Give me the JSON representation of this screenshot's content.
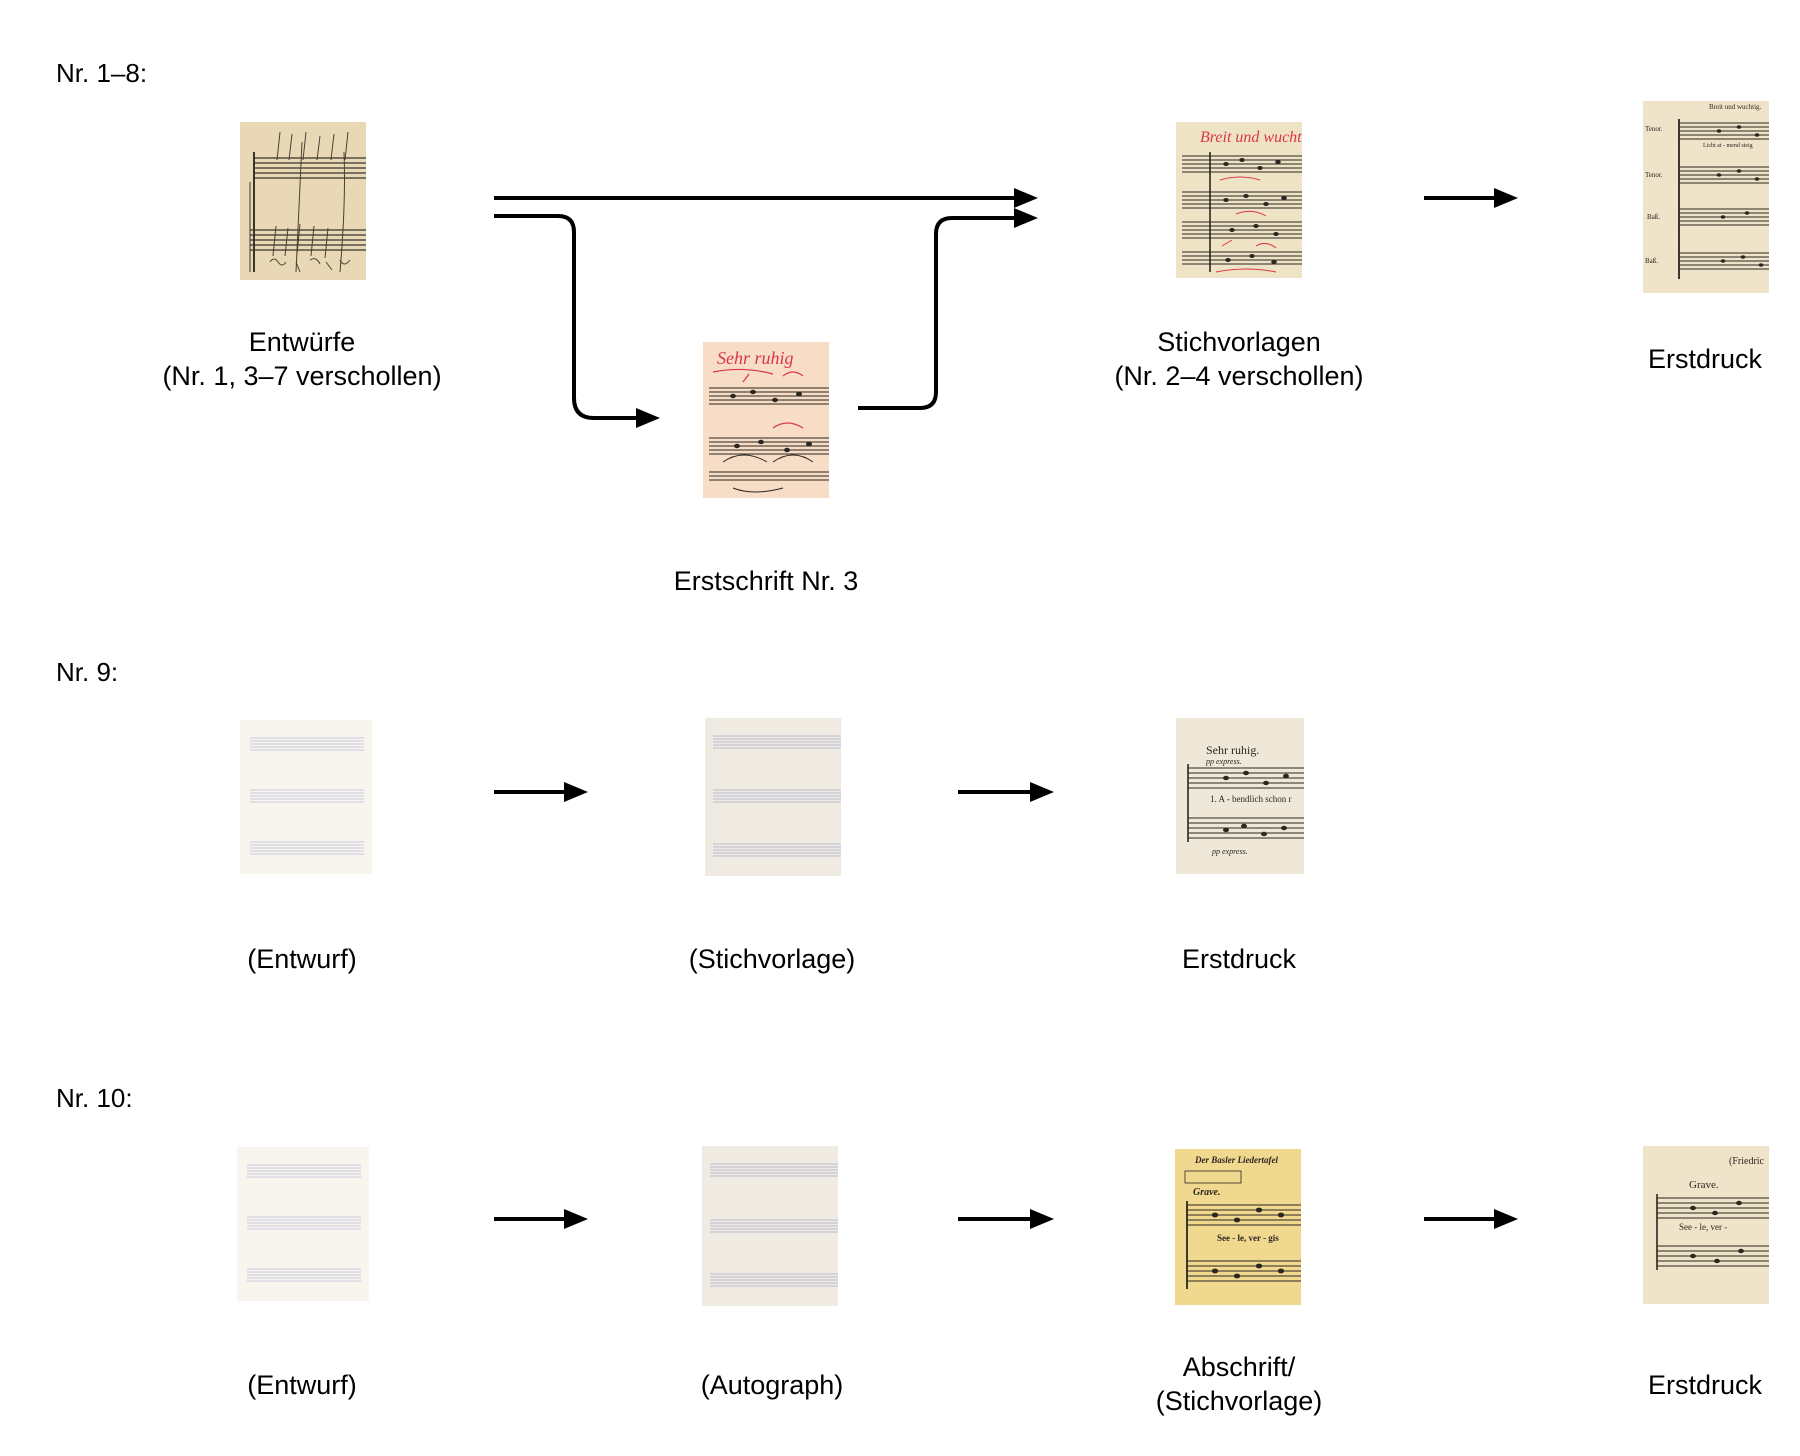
{
  "sections": {
    "s1": {
      "label": "Nr. 1–8:"
    },
    "s2": {
      "label": "Nr. 9:"
    },
    "s3": {
      "label": "Nr. 10:"
    }
  },
  "nodes": {
    "s1_entwuerfe": {
      "line1": "Entwürfe",
      "line2": "(Nr. 1, 3–7 verschollen)"
    },
    "s1_erstschrift": {
      "line1": "Erstschrift Nr. 3"
    },
    "s1_stichvorlagen": {
      "line1": "Stichvorlagen",
      "line2": "(Nr. 2–4 verschollen)"
    },
    "s1_erstdruck": {
      "line1": "Erstdruck"
    },
    "s2_entwurf": {
      "line1": "(Entwurf)"
    },
    "s2_stichvorlage": {
      "line1": "(Stichvorlage)"
    },
    "s2_erstdruck": {
      "line1": "Erstdruck"
    },
    "s3_entwurf": {
      "line1": "(Entwurf)"
    },
    "s3_autograph": {
      "line1": "(Autograph)"
    },
    "s3_abschrift": {
      "line1": "Abschrift/",
      "line2": "(Stichvorlage)"
    },
    "s3_erstdruck": {
      "line1": "Erstdruck"
    }
  },
  "thumbnails": {
    "s1_erstdruck": {
      "text": [
        "Breit und wuchtig.",
        "Tenor.",
        "Tenor.",
        "Baß.",
        "Baß.",
        "Licht   at - mend   steig"
      ]
    },
    "s2_erstdruck": {
      "text": [
        "Sehr ruhig.",
        "pp express.",
        "1. A - bendlich schon r",
        "pp express."
      ]
    },
    "s3_abschrift": {
      "text": [
        "Der Basler Liedertafel",
        "Grave.",
        "See - le,  ver - gis"
      ]
    },
    "s3_erstdruck": {
      "text": [
        "(Friedric",
        "Grave.",
        "See - le, ver -"
      ]
    },
    "s1_erstschrift": {
      "text": [
        "Sehr ruhig"
      ]
    },
    "s1_stichvorlagen": {
      "text": [
        "Breit und wuchtig"
      ]
    }
  },
  "colors": {
    "arrow": "#000000",
    "paper_beige": "#eee1c4",
    "paper_light": "#efe8d8",
    "paper_pink": "#f7dcc6",
    "paper_yellow": "#f0d88f",
    "placeholder_a": "#f8f5ef",
    "placeholder_b": "#f0ebe2",
    "staff_placeholder": "#bdbfd6",
    "red_ink": "#d9364a"
  }
}
